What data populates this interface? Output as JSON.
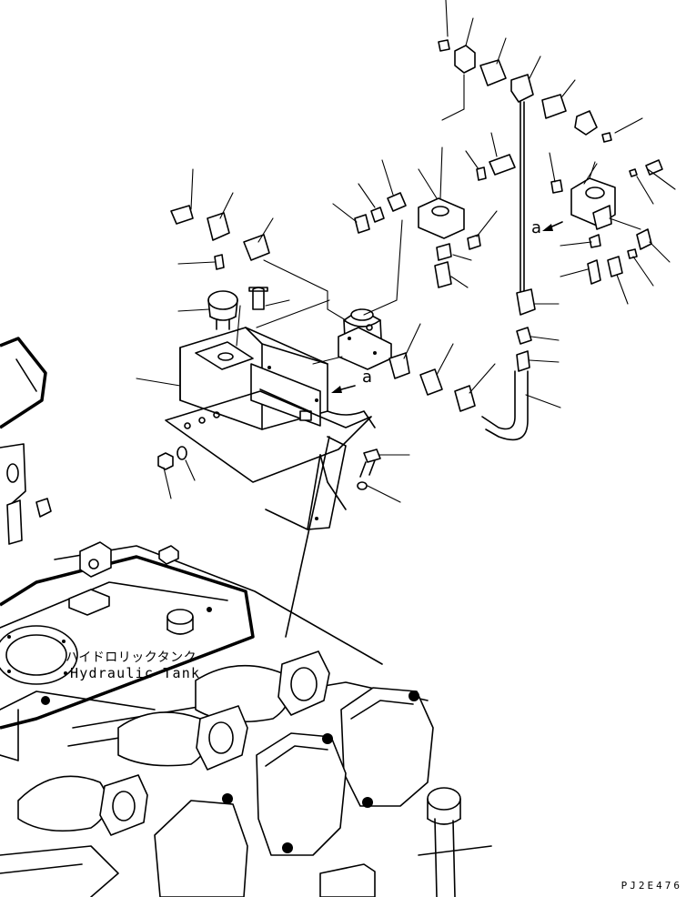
{
  "figure": {
    "label_jp": "ハイドロリックタンク",
    "label_en": "Hydraulic Tank",
    "reference_mark": "a",
    "drawing_code": "PJ2E476"
  },
  "icons": {
    "leader": "leader-line",
    "mark": "reference-letter"
  }
}
